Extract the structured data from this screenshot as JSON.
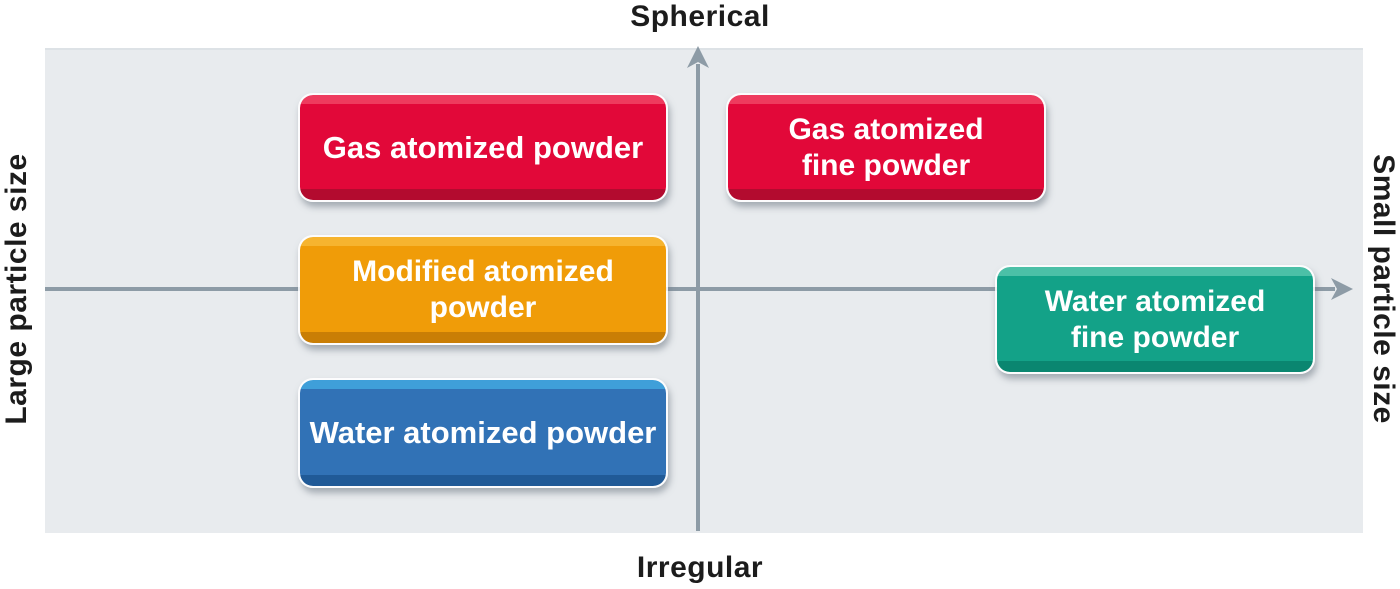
{
  "theme": {
    "plot_bg": "#e8ebee",
    "axis": "#8d9ba6",
    "text": "#1c1c1c"
  },
  "axes": {
    "top": {
      "label": "Spherical"
    },
    "bottom": {
      "label": "Irregular"
    },
    "left": {
      "label": "Large particle size"
    },
    "right": {
      "label": "Small particle size"
    }
  },
  "boxes": [
    {
      "name": "gas-atomized-powder",
      "lines": [
        "Gas atomized powder"
      ],
      "colors": {
        "hi": "#ee3b5e",
        "body": "#e20839",
        "lo": "#b30b2f"
      }
    },
    {
      "name": "gas-atomized-fine-powder",
      "lines": [
        "Gas atomized",
        "fine powder"
      ],
      "colors": {
        "hi": "#ee3b5e",
        "body": "#e20839",
        "lo": "#b30b2f"
      }
    },
    {
      "name": "modified-atomized-powder",
      "lines": [
        "Modified atomized",
        "powder"
      ],
      "colors": {
        "hi": "#f6b42f",
        "body": "#f09c08",
        "lo": "#c97e05"
      }
    },
    {
      "name": "water-atomized-powder",
      "lines": [
        "Water atomized powder"
      ],
      "colors": {
        "hi": "#3f9fd9",
        "body": "#3172b6",
        "lo": "#205a97"
      }
    },
    {
      "name": "water-atomized-fine-powder",
      "lines": [
        "Water atomized",
        "fine powder"
      ],
      "colors": {
        "hi": "#4cc0a7",
        "body": "#13a288",
        "lo": "#0a8670"
      }
    }
  ]
}
